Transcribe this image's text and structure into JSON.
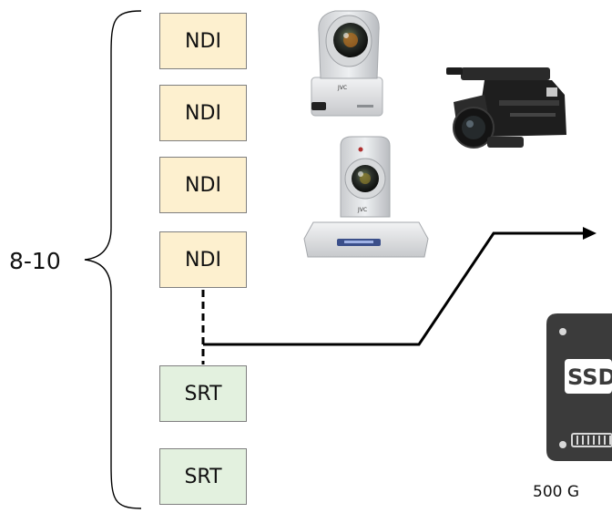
{
  "group": {
    "range_label": "8-10",
    "nodes": [
      {
        "protocol": "NDI"
      },
      {
        "protocol": "NDI"
      },
      {
        "protocol": "NDI"
      },
      {
        "protocol": "NDI"
      },
      {
        "protocol": "SRT"
      },
      {
        "protocol": "SRT"
      }
    ]
  },
  "storage": {
    "icon_label": "SSD",
    "capacity_label": "500 G"
  },
  "colors": {
    "ndi_fill": "#fdf0cf",
    "srt_fill": "#e3f1df",
    "node_border": "#7f7f7f",
    "connector": "#000000",
    "device_body": "#e4e5e7"
  },
  "icons": [
    "ptz-camera-icon",
    "camcorder-icon",
    "ptz-camera-icon",
    "ssd-drive-icon",
    "arrow-icon",
    "curly-brace"
  ]
}
